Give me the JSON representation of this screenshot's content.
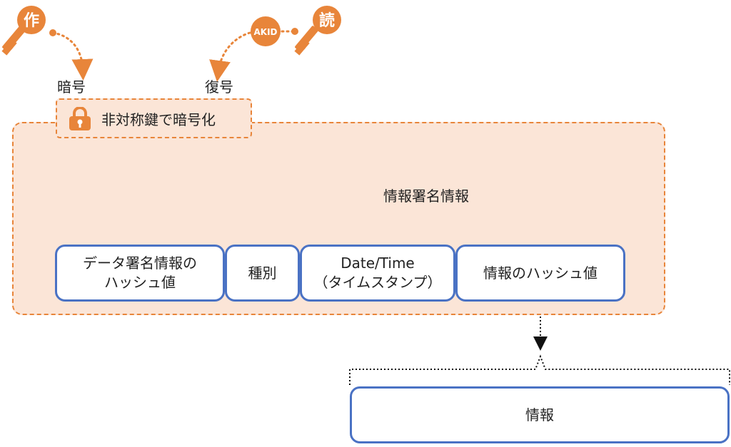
{
  "diagram": {
    "keys": {
      "writer_key_badge": "作",
      "reader_key_badge": "読",
      "akid_badge": "AKID"
    },
    "labels": {
      "encrypt": "暗号",
      "decrypt": "復号",
      "asymmetric_encryption": "非対称鍵で暗号化",
      "signature_info": "情報署名情報"
    },
    "fields": {
      "data_signature_hash": [
        "データ署名情報の",
        "ハッシュ値"
      ],
      "type": "種別",
      "datetime": [
        "Date/Time",
        "（タイムスタンプ）"
      ],
      "info_hash": "情報のハッシュ値",
      "info": "情報"
    },
    "colors": {
      "accent_orange": "#e8853a",
      "panel_fill": "#fbe5d7",
      "box_border_blue": "#4a72c4",
      "text": "#222222"
    },
    "icons": [
      "key-icon",
      "lock-icon"
    ]
  }
}
